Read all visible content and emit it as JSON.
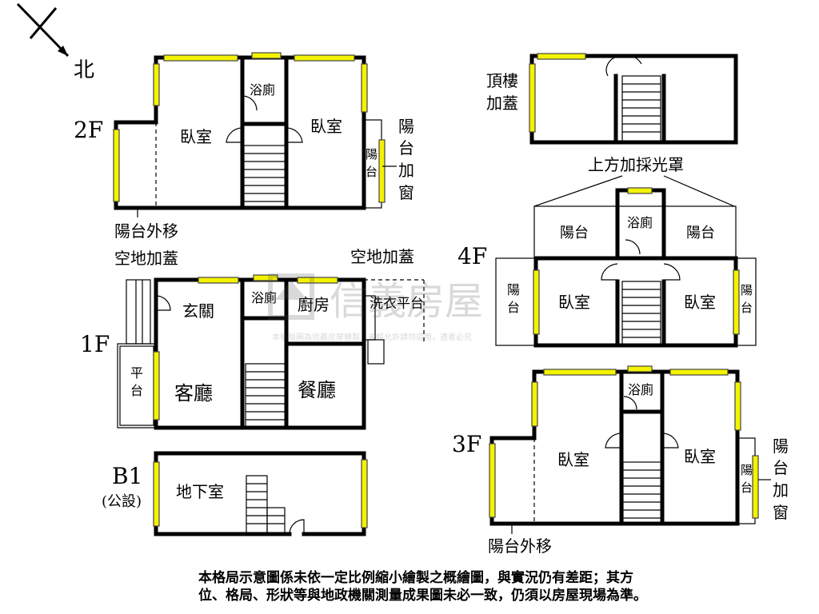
{
  "compass": {
    "north": "北"
  },
  "floors": {
    "f2": "2F",
    "f1": "1F",
    "b1": "B1",
    "b1_note": "(公設)",
    "f4": "4F",
    "f3": "3F",
    "roof": "頂樓\n加蓋"
  },
  "rooms": {
    "bedroom": "臥室",
    "bath": "浴廁",
    "balcony": "陽台",
    "balcony_window": "陽\n台\n加\n窗",
    "balcony_vertical": "陽\n台",
    "balcony_moved_out": "陽台外移",
    "entrance": "玄關",
    "kitchen": "廚房",
    "laundry": "洗衣平台",
    "living": "客廳",
    "dining": "餐廳",
    "platform": "平\n台",
    "basement": "地下室",
    "open_space_added": "空地加蓋",
    "skylight": "上方加採光罩"
  },
  "watermark": {
    "brand": "信義房屋",
    "fine_print": "本格局圖為信義房屋繪製，未經允許請勿盜用，違者必究"
  },
  "disclaimer": {
    "line1": "本格局示意圖係未依一定比例縮小繪製之概繪圖，與實況仍有差距；其方",
    "line2": "位、格局、形狀等與地政機關測量成果圖未必一致，仍須以房屋現場為準。"
  }
}
